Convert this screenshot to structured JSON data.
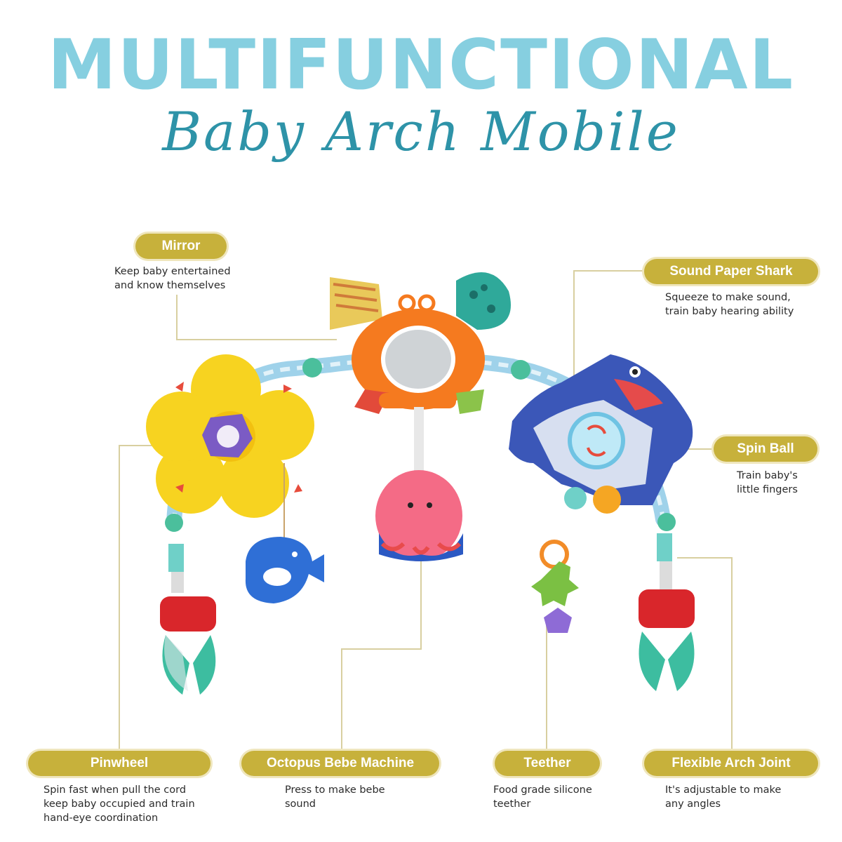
{
  "title": "MULTIFUNCTIONAL",
  "subtitle": "Baby Arch Mobile",
  "colors": {
    "title": "#86cfe0",
    "subtitle": "#2e93a8",
    "label_pill": "#c7b13b",
    "leader_line": "#d8cfa0"
  },
  "features": {
    "mirror": {
      "label": "Mirror",
      "description": "Keep baby entertained\nand know themselves"
    },
    "shark": {
      "label": "Sound Paper Shark",
      "description": "Squeeze to make sound,\ntrain baby hearing ability"
    },
    "spin_ball": {
      "label": "Spin Ball",
      "description": "Train baby's\nlittle fingers"
    },
    "pinwheel": {
      "label": "Pinwheel",
      "description": "Spin fast when pull the cord\nkeep baby occupied and train\nhand-eye coordination"
    },
    "octopus": {
      "label": "Octopus Bebe Machine",
      "description": "Press to make bebe\nsound"
    },
    "teether": {
      "label": "Teether",
      "description": "Food grade silicone\nteether"
    },
    "arch_joint": {
      "label": "Flexible Arch Joint",
      "description": "It's adjustable to make\nany angles"
    }
  },
  "toy_parts": [
    "crab-mirror",
    "pinwheel-flower",
    "whale-teether",
    "octopus-rattle",
    "shark-plush",
    "spin-ball",
    "star-teether",
    "stroller-clip-left",
    "stroller-clip-right"
  ]
}
